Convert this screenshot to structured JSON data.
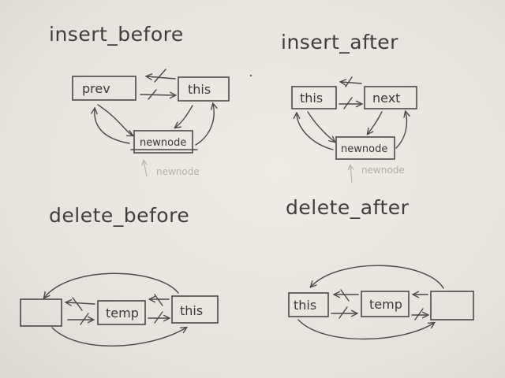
{
  "diagrams": {
    "insert_before": {
      "title": "insert_before",
      "nodes": {
        "prev": "prev",
        "this": "this",
        "newnode": "newnode"
      },
      "ghost_label": "newnode"
    },
    "insert_after": {
      "title": "insert_after",
      "nodes": {
        "this": "this",
        "next": "next",
        "newnode": "newnode"
      },
      "ghost_label": "newnode"
    },
    "delete_before": {
      "title": "delete_before",
      "nodes": {
        "temp": "temp",
        "this": "this"
      }
    },
    "delete_after": {
      "title": "delete_after",
      "nodes": {
        "this": "this",
        "temp": "temp"
      }
    }
  }
}
